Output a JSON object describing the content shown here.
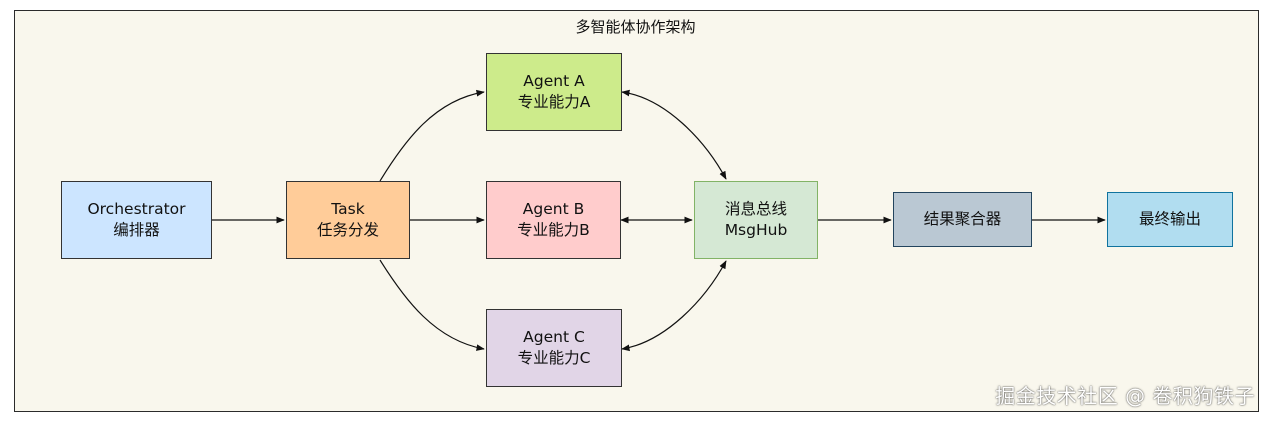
{
  "diagram": {
    "title": "多智能体协作架构",
    "nodes": {
      "orchestrator": {
        "line1": "Orchestrator",
        "line2": "编排器",
        "color": "#cce5ff",
        "border": "#36393d"
      },
      "task": {
        "line1": "Task",
        "line2": "任务分发",
        "color": "#ffcc99",
        "border": "#36393d"
      },
      "agent_a": {
        "line1": "Agent A",
        "line2": "专业能力A",
        "color": "#cdeb8b",
        "border": "#36393d"
      },
      "agent_b": {
        "line1": "Agent B",
        "line2": "专业能力B",
        "color": "#ffcccc",
        "border": "#36393d"
      },
      "agent_c": {
        "line1": "Agent C",
        "line2": "专业能力C",
        "color": "#e1d5e7",
        "border": "#36393d"
      },
      "msghub": {
        "line1": "消息总线",
        "line2": "MsgHub",
        "color": "#d5e8d4",
        "border": "#82b366"
      },
      "aggregator": {
        "line1": "结果聚合器",
        "color": "#bac8d3",
        "border": "#23445d"
      },
      "output": {
        "line1": "最终输出",
        "color": "#b1ddf0",
        "border": "#10739e"
      }
    },
    "edges": [
      {
        "from": "orchestrator",
        "to": "task",
        "style": "arrow"
      },
      {
        "from": "task",
        "to": "agent_a",
        "style": "arrow"
      },
      {
        "from": "task",
        "to": "agent_b",
        "style": "arrow"
      },
      {
        "from": "task",
        "to": "agent_c",
        "style": "arrow"
      },
      {
        "from": "agent_a",
        "to": "msghub",
        "style": "bidirectional"
      },
      {
        "from": "agent_b",
        "to": "msghub",
        "style": "bidirectional"
      },
      {
        "from": "agent_c",
        "to": "msghub",
        "style": "bidirectional"
      },
      {
        "from": "msghub",
        "to": "aggregator",
        "style": "arrow"
      },
      {
        "from": "aggregator",
        "to": "output",
        "style": "arrow"
      }
    ],
    "background_color": "#f9f7ed"
  },
  "watermark": "掘金技术社区 @ 卷积狗铁子"
}
